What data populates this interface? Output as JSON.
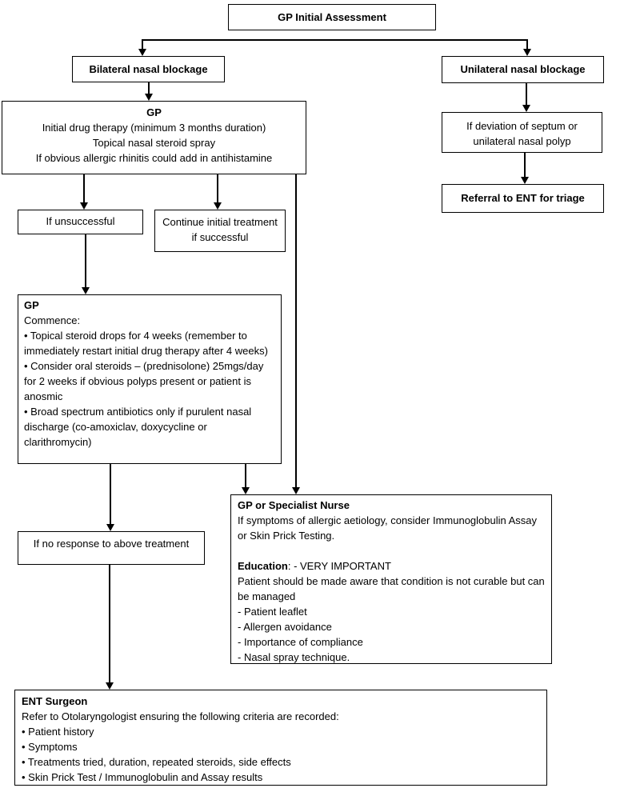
{
  "flowchart": {
    "colors": {
      "line": "#000000",
      "background": "#ffffff",
      "text": "#000000"
    },
    "gp_initial": {
      "label": "GP Initial Assessment"
    },
    "bilateral": {
      "label": "Bilateral nasal blockage"
    },
    "unilateral": {
      "label": "Unilateral nasal blockage"
    },
    "gp_therapy": {
      "heading": "GP",
      "lines": [
        "Initial drug therapy (minimum 3 months duration)",
        "Topical nasal steroid spray",
        "If obvious allergic rhinitis could add in antihistamine"
      ]
    },
    "septum": {
      "label": "If deviation of septum or unilateral nasal polyp"
    },
    "referral": {
      "label": "Referral to ENT for triage"
    },
    "unsuccessful": {
      "label": "If unsuccessful"
    },
    "continue_treatment": {
      "label": "Continue initial treatment if successful"
    },
    "commence": {
      "heading": "GP",
      "intro": "Commence:",
      "bullets": [
        "• Topical steroid drops for 4 weeks (remember to immediately restart initial drug therapy after 4 weeks)",
        "• Consider oral steroids – (prednisolone) 25mgs/day for 2 weeks if obvious polyps present or patient is anosmic",
        "• Broad spectrum antibiotics only if purulent nasal discharge (co-amoxiclav, doxycycline or clarithromycin)"
      ]
    },
    "no_response": {
      "label": "If no response to above treatment"
    },
    "nurse": {
      "heading": "GP or Specialist Nurse",
      "line1": "If symptoms of allergic aetiology, consider Immunoglobulin Assay or Skin Prick Testing.",
      "education_label": "Education",
      "education_rest": ": - VERY IMPORTANT",
      "line2": "Patient should be made aware that condition is not curable but can be managed",
      "items": [
        "- Patient leaflet",
        "- Allergen avoidance",
        "- Importance of compliance",
        "- Nasal spray technique."
      ]
    },
    "ent": {
      "heading": "ENT Surgeon",
      "intro": "Refer to Otolaryngologist ensuring the following criteria are recorded:",
      "bullets": [
        "• Patient history",
        "• Symptoms",
        "• Treatments tried, duration, repeated steroids, side effects",
        "• Skin Prick Test / Immunoglobulin and Assay results"
      ]
    }
  }
}
